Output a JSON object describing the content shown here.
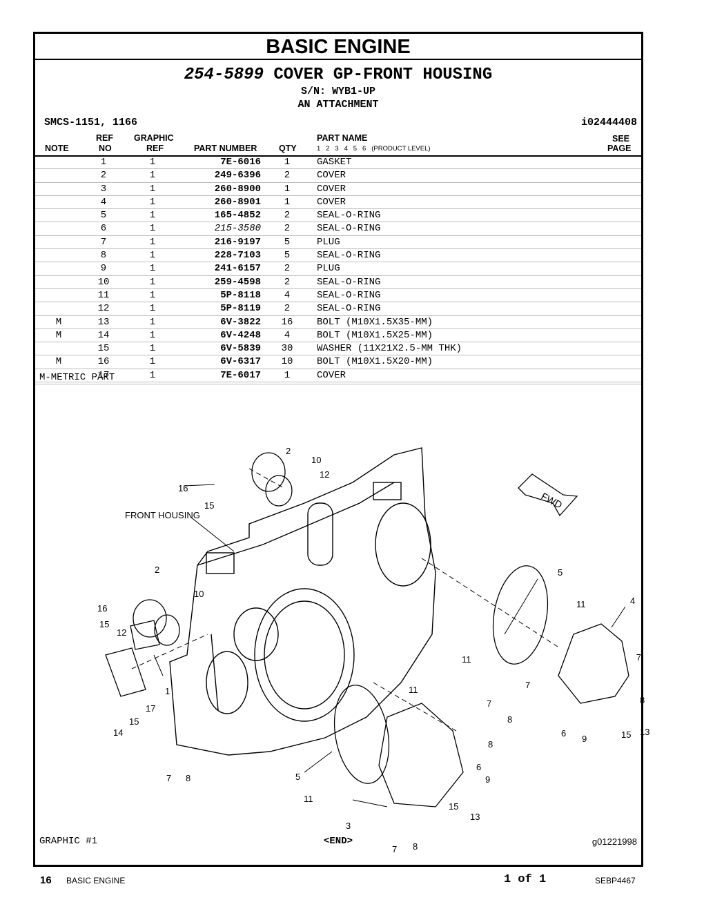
{
  "section_title": "BASIC ENGINE",
  "group": {
    "part_number": "254-5899",
    "name": "COVER GP-FRONT HOUSING",
    "serial": "S/N: WYB1-UP",
    "type": "AN ATTACHMENT"
  },
  "smcs": "SMCS-1151, 1166",
  "illustration_id": "i02444408",
  "columns": {
    "note": "NOTE",
    "ref_top": "REF",
    "ref_bottom": "NO",
    "graphic_top": "GRAPHIC",
    "graphic_bottom": "REF",
    "part_number": "PART NUMBER",
    "qty": "QTY",
    "part_name": "PART NAME",
    "product_levels": "1   2   3   4   5   6   (PRODUCT LEVEL)",
    "see_top": "SEE",
    "see_bottom": "PAGE"
  },
  "parts": [
    {
      "note": "",
      "ref": "1",
      "graphic": "1",
      "part_number": "7E-6016",
      "qty": "1",
      "name": "GASKET"
    },
    {
      "note": "",
      "ref": "2",
      "graphic": "1",
      "part_number": "249-6396",
      "qty": "2",
      "name": "COVER"
    },
    {
      "note": "",
      "ref": "3",
      "graphic": "1",
      "part_number": "260-8900",
      "qty": "1",
      "name": "COVER"
    },
    {
      "note": "",
      "ref": "4",
      "graphic": "1",
      "part_number": "260-8901",
      "qty": "1",
      "name": "COVER"
    },
    {
      "note": "",
      "ref": "5",
      "graphic": "1",
      "part_number": "165-4852",
      "qty": "2",
      "name": "SEAL-O-RING"
    },
    {
      "note": "",
      "ref": "6",
      "graphic": "1",
      "part_number": "215-3580",
      "qty": "2",
      "name": "SEAL-O-RING"
    },
    {
      "note": "",
      "ref": "7",
      "graphic": "1",
      "part_number": "216-9197",
      "qty": "5",
      "name": "PLUG"
    },
    {
      "note": "",
      "ref": "8",
      "graphic": "1",
      "part_number": "228-7103",
      "qty": "5",
      "name": "SEAL-O-RING"
    },
    {
      "note": "",
      "ref": "9",
      "graphic": "1",
      "part_number": "241-6157",
      "qty": "2",
      "name": "PLUG"
    },
    {
      "note": "",
      "ref": "10",
      "graphic": "1",
      "part_number": "259-4598",
      "qty": "2",
      "name": "SEAL-O-RING"
    },
    {
      "note": "",
      "ref": "11",
      "graphic": "1",
      "part_number": "5P-8118",
      "qty": "4",
      "name": "SEAL-O-RING"
    },
    {
      "note": "",
      "ref": "12",
      "graphic": "1",
      "part_number": "5P-8119",
      "qty": "2",
      "name": "SEAL-O-RING"
    },
    {
      "note": "M",
      "ref": "13",
      "graphic": "1",
      "part_number": "6V-3822",
      "qty": "16",
      "name": "BOLT (M10X1.5X35-MM)"
    },
    {
      "note": "M",
      "ref": "14",
      "graphic": "1",
      "part_number": "6V-4248",
      "qty": "4",
      "name": "BOLT (M10X1.5X25-MM)"
    },
    {
      "note": "",
      "ref": "15",
      "graphic": "1",
      "part_number": "6V-5839",
      "qty": "30",
      "name": "WASHER (11X21X2.5-MM THK)"
    },
    {
      "note": "M",
      "ref": "16",
      "graphic": "1",
      "part_number": "6V-6317",
      "qty": "10",
      "name": "BOLT (M10X1.5X20-MM)"
    },
    {
      "note": "",
      "ref": "17",
      "graphic": "1",
      "part_number": "7E-6017",
      "qty": "1",
      "name": "COVER"
    }
  ],
  "note_legend": "M-METRIC PART",
  "diagram_labels": {
    "front_housing": "FRONT HOUSING",
    "fwd": "FWD",
    "callouts": [
      "2",
      "10",
      "12",
      "16",
      "15",
      "2",
      "10",
      "16",
      "15",
      "12",
      "1",
      "17",
      "15",
      "14",
      "7",
      "8",
      "5",
      "11",
      "4",
      "11",
      "7",
      "7",
      "8",
      "8",
      "6",
      "9",
      "15",
      "13",
      "11",
      "7",
      "8",
      "5",
      "11",
      "6",
      "9",
      "15",
      "13",
      "3",
      "7",
      "8"
    ]
  },
  "graphic_no": "GRAPHIC #1",
  "end_marker": "<END>",
  "graphic_id": "g01221998",
  "footer": {
    "page": "16",
    "section": "BASIC ENGINE",
    "page_of": "1 of 1",
    "doc": "SEBP4467"
  }
}
